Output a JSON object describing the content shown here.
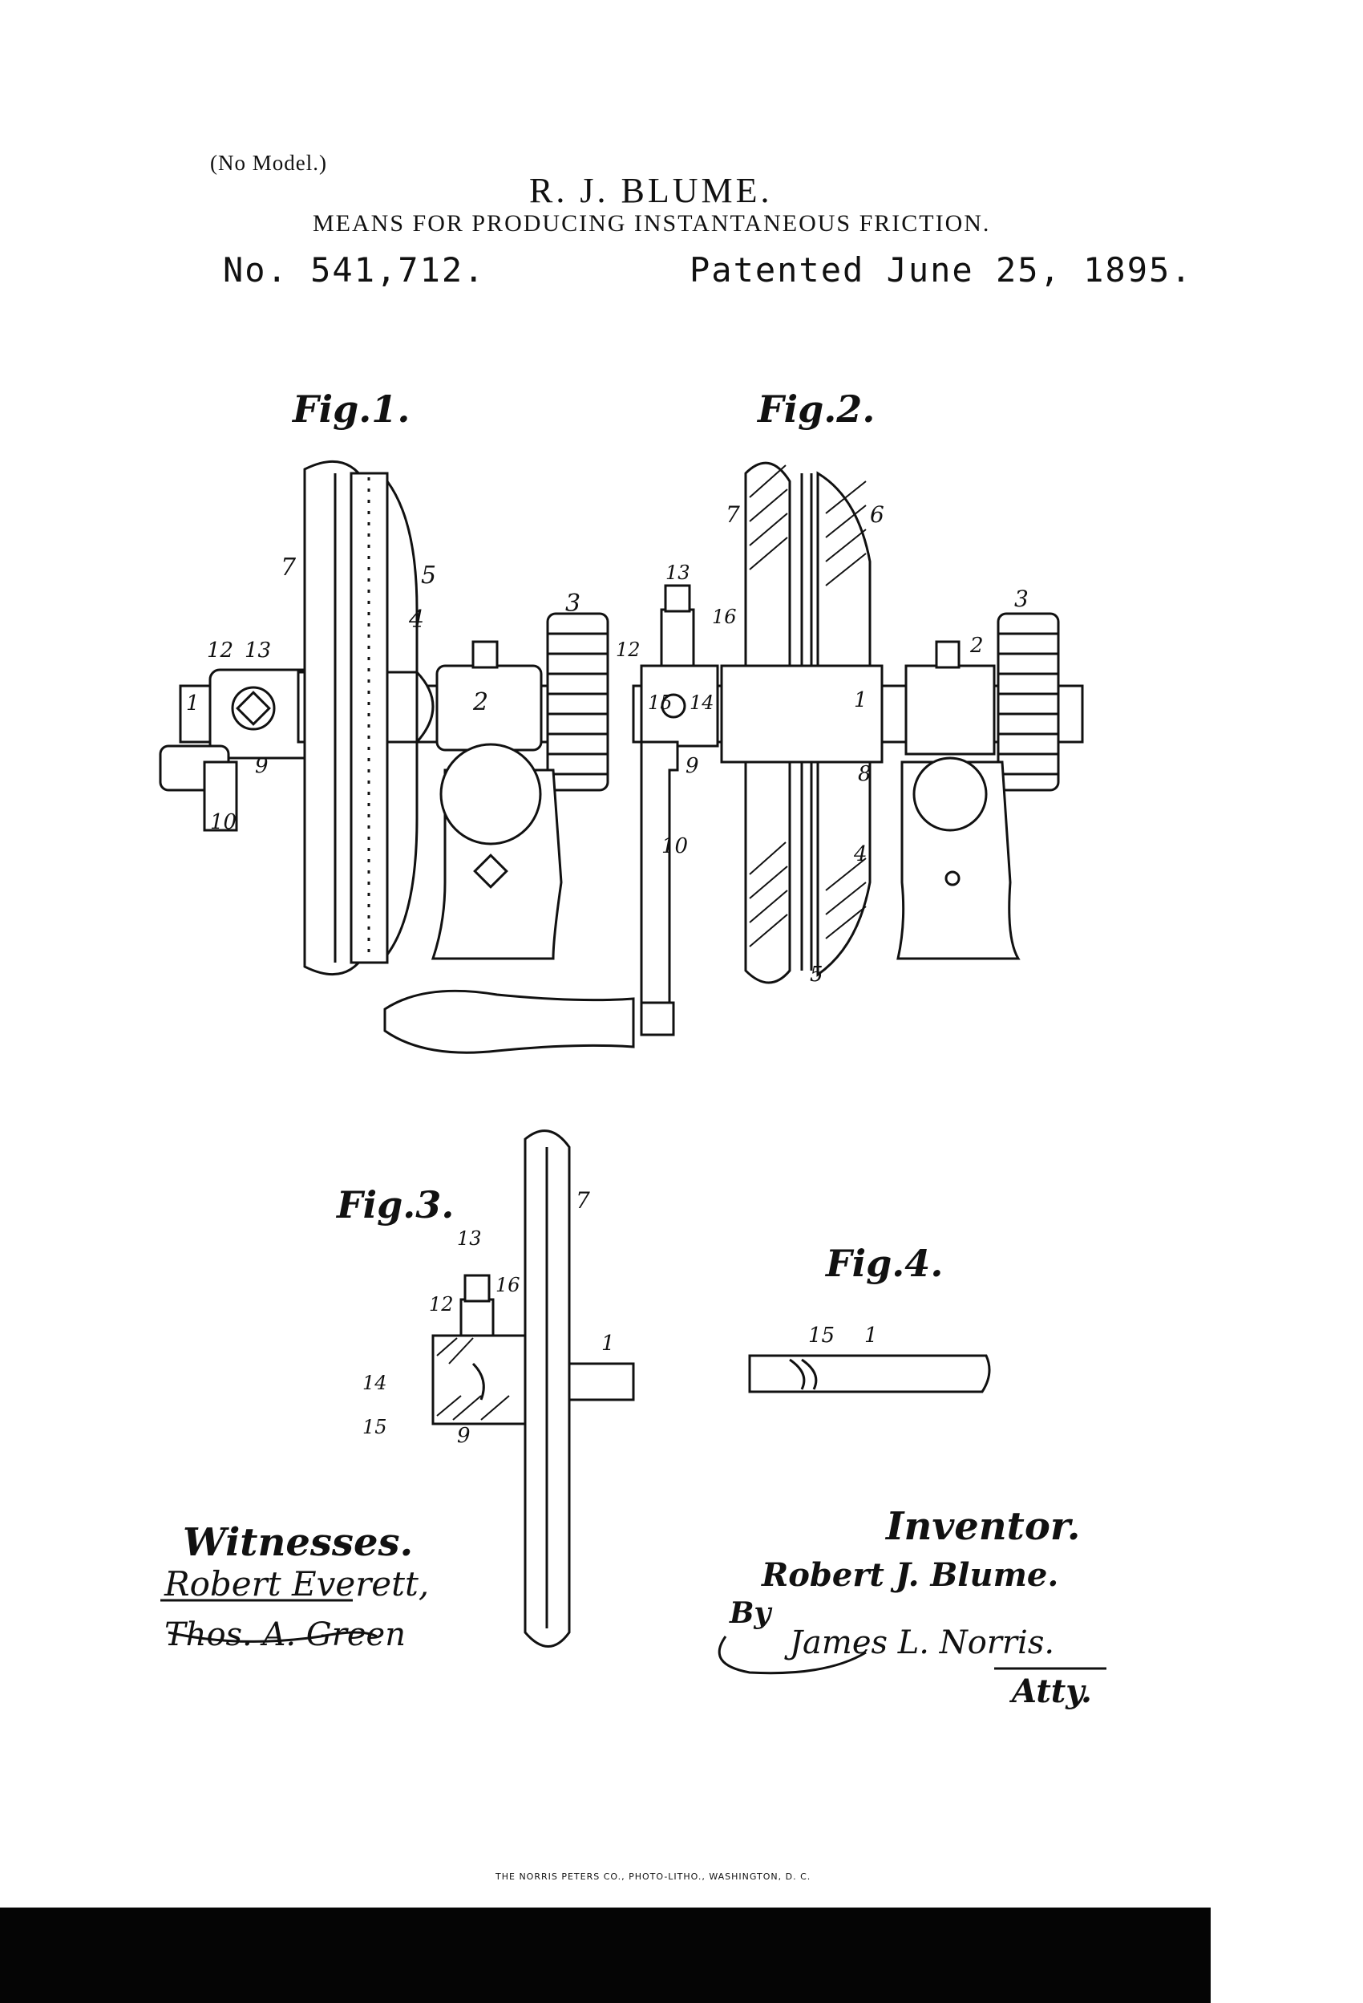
{
  "header": {
    "no_model": "(No Model.)",
    "inventor_name": "R. J. BLUME.",
    "title": "MEANS FOR PRODUCING INSTANTANEOUS FRICTION.",
    "patent_number": "No. 541,712.",
    "patent_date": "Patented June 25, 1895."
  },
  "figures": {
    "fig1": "Fig.1.",
    "fig2": "Fig.2.",
    "fig3": "Fig.3.",
    "fig4": "Fig.4."
  },
  "reference_numerals": {
    "fig1": [
      "7",
      "5",
      "4",
      "3",
      "2",
      "12",
      "13",
      "1",
      "9",
      "10"
    ],
    "fig2": [
      "7",
      "6",
      "13",
      "16",
      "12",
      "15",
      "14",
      "1",
      "2",
      "3",
      "9",
      "8",
      "10",
      "4",
      "5"
    ],
    "fig3": [
      "13",
      "16",
      "12",
      "7",
      "1",
      "14",
      "15",
      "9"
    ],
    "fig4": [
      "15",
      "1"
    ]
  },
  "signatures": {
    "witnesses_label": "Witnesses.",
    "witness_1": "Robert Everett,",
    "witness_2": "Thos. A. Green",
    "inventor_label": "Inventor.",
    "inventor": "Robert J. Blume.",
    "by": "By",
    "attorney": "James L. Norris.",
    "atty": "Atty."
  },
  "printer_credit": "THE NORRIS PETERS CO., PHOTO-LITHO., WASHINGTON, D. C."
}
